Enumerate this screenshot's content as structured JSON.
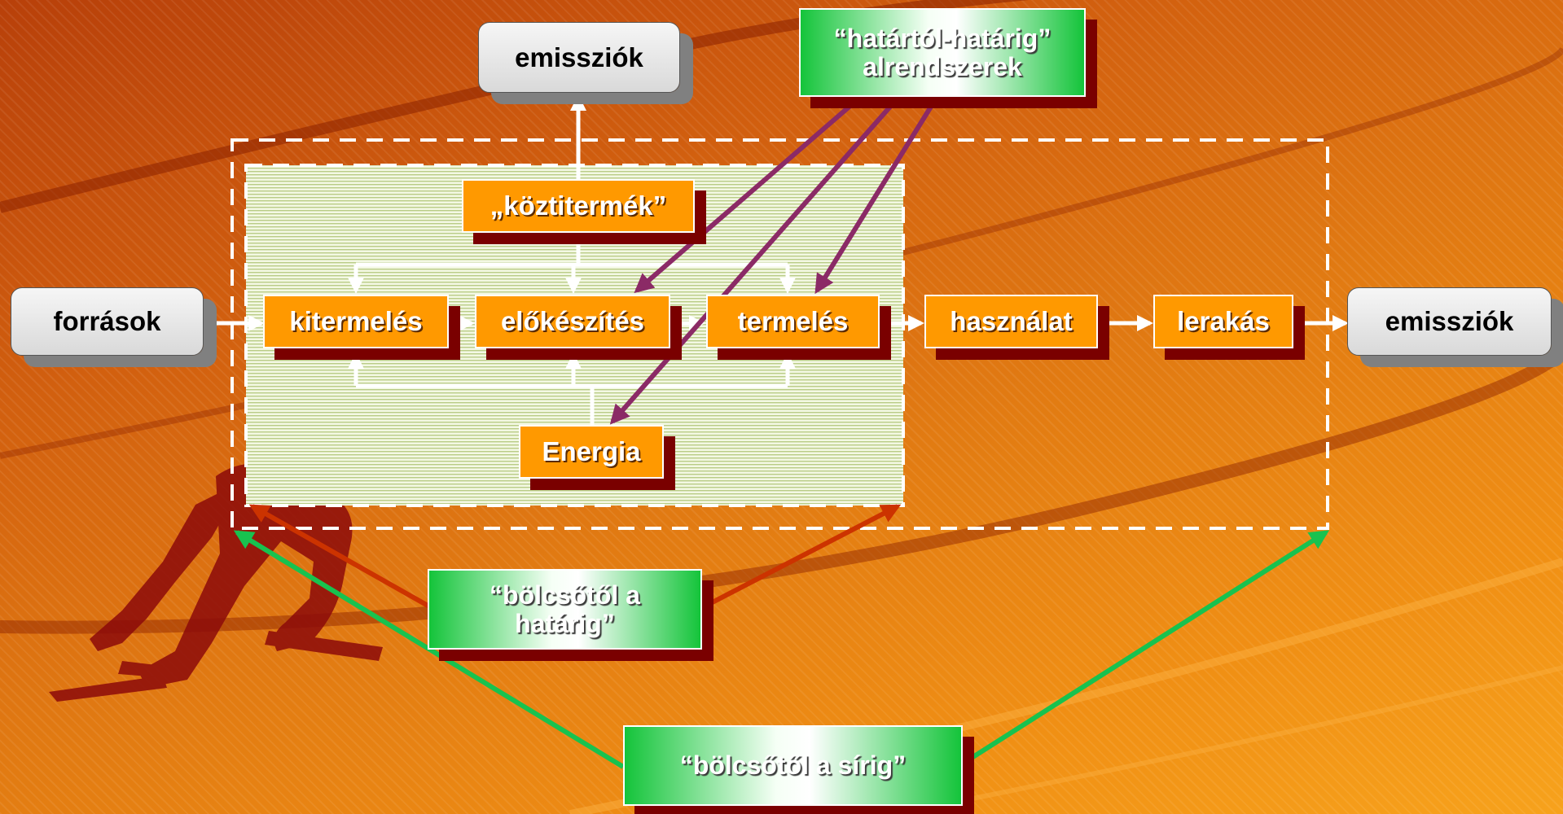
{
  "labels": {
    "forrasok": "források",
    "emissziok_top": "emissziók",
    "emissziok_right": "emissziók",
    "koztitermek": "„köztitermék”",
    "kitermeles": "kitermelés",
    "elokeszites": "előkészítés",
    "termeles": "termelés",
    "hasznalat": "használat",
    "lerakas": "lerakás",
    "energia": "Energia",
    "hatartol_line1": "“határtól-határig”",
    "hatartol_line2": "alrendszerek",
    "bolcsotol_hatar_line1": "“bölcsőtől a",
    "bolcsotol_hatar_line2": "határig”",
    "bolcsotol_sir": "“bölcsőtől a sírig”"
  },
  "colors": {
    "box_orange": "#ff9900",
    "box_shadow": "#7a0000",
    "arrow_purple": "#8b2a66",
    "arrow_red": "#cc3300",
    "arrow_green": "#18c24f",
    "dashed_border": "#ffffff",
    "inner_area": "#e9f2cf"
  }
}
